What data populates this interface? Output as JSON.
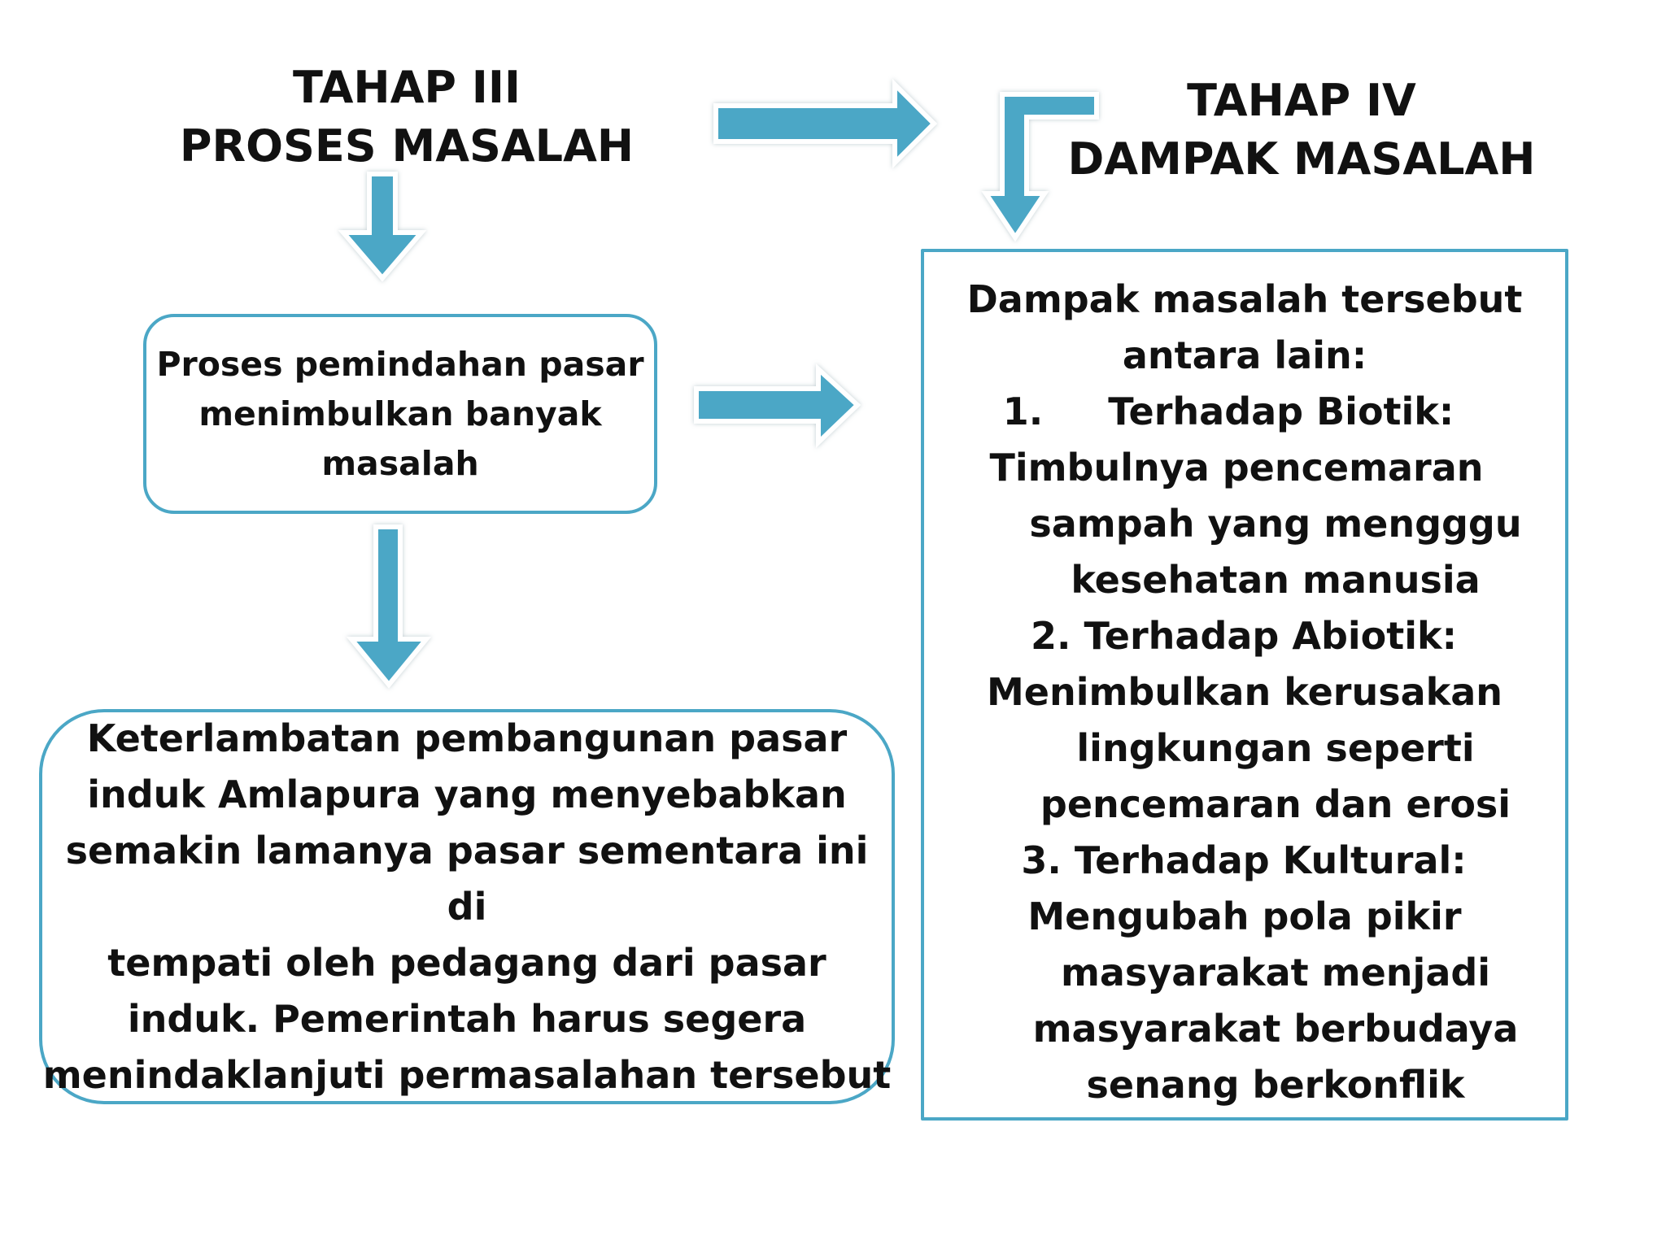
{
  "stage3": {
    "title_line1": "TAHAP III",
    "title_line2": "PROSES MASALAH"
  },
  "stage4": {
    "title_line1": "TAHAP IV",
    "title_line2": "DAMPAK MASALAH"
  },
  "process_box": {
    "lines": [
      "Proses pemindahan pasar",
      "menimbulkan banyak",
      "masalah"
    ]
  },
  "delay_box": {
    "lines": [
      "Keterlambatan pembangunan pasar",
      "induk Amlapura yang menyebabkan",
      "semakin lamanya pasar sementara ini di",
      "tempati oleh pedagang dari pasar",
      "induk. Pemerintah harus segera",
      "menindaklanjuti permasalahan tersebut"
    ]
  },
  "impact_box": {
    "intro_line1": "Dampak masalah tersebut",
    "intro_line2": "antara lain:",
    "items": [
      {
        "heading": "1.     Terhadap Biotik:",
        "lines": [
          "Timbulnya pencemaran",
          "sampah yang mengggu",
          "kesehatan manusia"
        ]
      },
      {
        "heading": "2. Terhadap Abiotik:",
        "lines": [
          "Menimbulkan kerusakan",
          "lingkungan seperti",
          "pencemaran dan erosi"
        ]
      },
      {
        "heading": "3. Terhadap Kultural:",
        "lines": [
          "Mengubah pola pikir",
          "masyarakat menjadi",
          "masyarakat berbudaya",
          "senang berkonflik"
        ]
      }
    ]
  },
  "colors": {
    "arrow_fill": "#4ba7c6",
    "box_border": "#4ba7c6",
    "text": "#111111"
  },
  "icons": [
    "arrow-right",
    "arrow-down",
    "bent-arrow-down"
  ]
}
